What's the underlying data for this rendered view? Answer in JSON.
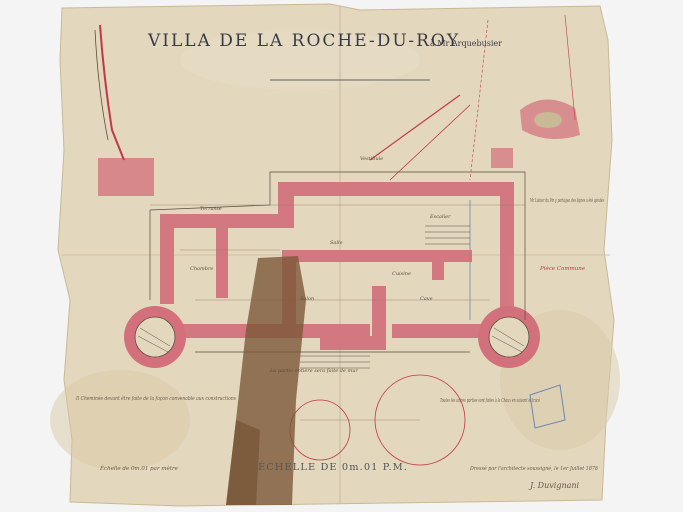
{
  "plan": {
    "title": "VILLA DE LA ROCHE-DU-ROY",
    "subtitle": "à Mr Arquebusier",
    "scale_label": "ÉCHELLE DE 0m.01 P.M.",
    "bottom_left_note": "Échelle de 0m.01 par mètre",
    "left_note": "Il Cheminée devant être faite de la façon convenable aux constructions",
    "right_note": "Toutes les autres parties sont faites à la Chaux en suivant le tracé",
    "right_upper_note": "Mr Latour du Pin y partagea des lignes a été ajoutés",
    "signature": "J. Duvignani",
    "date_note": "Dressé par l'architecte soussigné, le 1er Juillet 1878",
    "center_note": "La partie entière sera faite de mur",
    "red_right_note": "Pièce Commune",
    "colors": {
      "paper": "#e3d7bd",
      "walls": "#d2707c",
      "ink": "#3a3a44",
      "red_ink": "#c0394a",
      "tape": "#7a5636"
    },
    "rooms": [
      "Vestibule",
      "Escalier",
      "Salle",
      "Cuisine",
      "Terrasse",
      "Salon",
      "Chambre",
      "Cave"
    ]
  }
}
